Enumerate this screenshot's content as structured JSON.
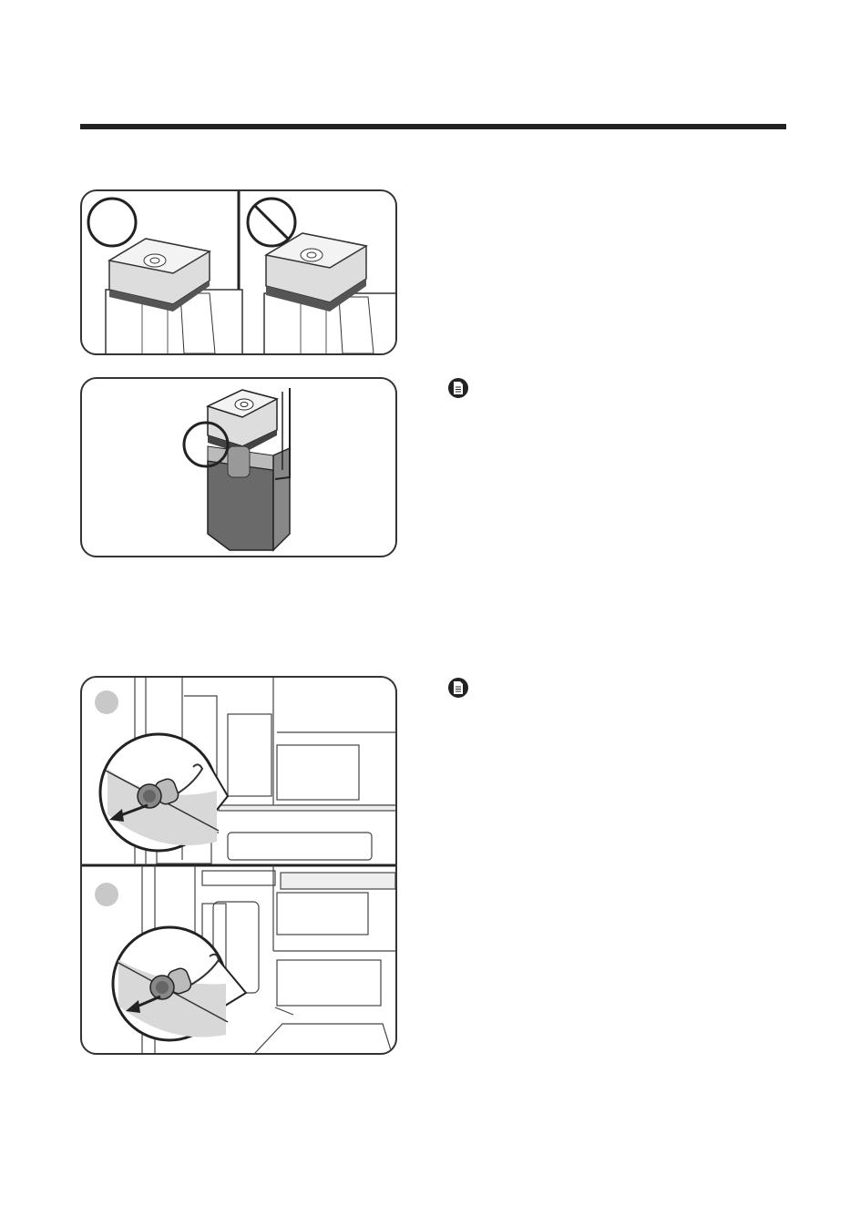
{
  "page": {
    "header_rule_color": "#222222"
  },
  "figures": [
    {
      "id": "lid-fit",
      "icons": [
        "correct-circle-icon",
        "prohibited-icon"
      ]
    },
    {
      "id": "pitcher-check",
      "icons": [
        "highlight-circle-icon"
      ]
    },
    {
      "id": "cap-removal",
      "icons": [
        "step-marker-icon",
        "step-marker-icon",
        "pull-arrow-icon"
      ]
    }
  ],
  "notes": {
    "icons": [
      "note-icon",
      "note-icon"
    ]
  }
}
